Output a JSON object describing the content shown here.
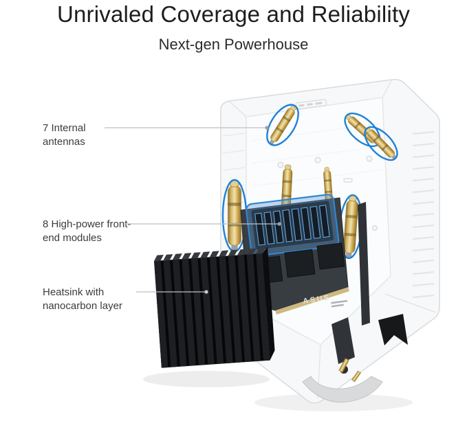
{
  "title": "Unrivaled Coverage and Reliability",
  "subtitle": "Next-gen Powerhouse",
  "callouts": [
    {
      "id": "internal-antennas",
      "label": "7 Internal antennas"
    },
    {
      "id": "front-end-modules",
      "label": "8 High-power front-end modules"
    },
    {
      "id": "heatsink",
      "label": "Heatsink with nanocarbon layer"
    }
  ],
  "illustration": {
    "brand_text": "ASUS",
    "highlight_color": "#1d82d6",
    "antenna_count": "7",
    "module_count": "8"
  }
}
